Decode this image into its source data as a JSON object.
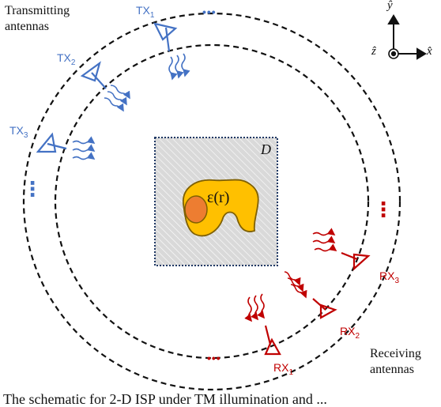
{
  "labels": {
    "transmitting": "Transmitting\nantennas",
    "receiving": "Receiving\nantennas",
    "domain": "D",
    "permittivity": "ε(r)",
    "axes": {
      "y": "ŷ",
      "z": "ẑ",
      "x": "x̂"
    },
    "tx": [
      {
        "base": "TX",
        "sub": "1"
      },
      {
        "base": "TX",
        "sub": "2"
      },
      {
        "base": "TX",
        "sub": "3"
      }
    ],
    "rx": [
      {
        "base": "RX",
        "sub": "1"
      },
      {
        "base": "RX",
        "sub": "2"
      },
      {
        "base": "RX",
        "sub": "3"
      }
    ],
    "ellipsis_h": "•••",
    "ellipsis_v": "⋮",
    "caption": "The schematic for 2-D ISP under TM illumination and ..."
  },
  "colors": {
    "tx": "#4472c4",
    "rx": "#c00000",
    "object": "#ffc000",
    "inclusion": "#ed7d31",
    "domain_border": "#1f3864"
  }
}
